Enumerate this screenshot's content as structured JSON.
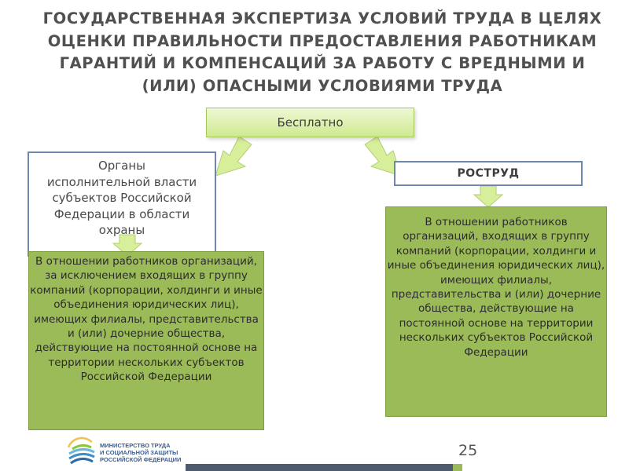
{
  "title": "ГОСУДАРСТВЕННАЯ ЭКСПЕРТИЗА УСЛОВИЙ ТРУДА В ЦЕЛЯХ ОЦЕНКИ ПРАВИЛЬНОСТИ ПРЕДОСТАВЛЕНИЯ РАБОТНИКАМ ГАРАНТИЙ И КОМПЕНСАЦИЙ ЗА РАБОТУ С ВРЕДНЫМИ И (ИЛИ) ОПАСНЫМИ УСЛОВИЯМИ ТРУДА",
  "top_box": "Бесплатно",
  "left_box": "Органы исполнительной власти субъектов Российской Федерации в области охраны",
  "right_box": "РОСТРУД",
  "left_green": "В отношении работников организаций, за исключением входящих в группу компаний (корпорации, холдинги и иные объединения юридических лиц), имеющих филиалы, представительства и (или) дочерние общества, действующие на постоянной основе на территории нескольких субъектов Российской Федерации",
  "right_green": "В отношении работников организаций, входящих в группу компаний (корпорации, холдинги и иные объединения юридических лиц), имеющих филиалы, представительства и (или) дочерние общества, действующие на постоянной основе на территории нескольких субъектов Российской Федерации",
  "page_number": "25",
  "logo": {
    "line1": "МИНИСТЕРСТВО ТРУДА",
    "line2": "И СОЦИАЛЬНОЙ ЗАЩИТЫ",
    "line3": "РОССИЙСКОЙ ФЕДЕРАЦИИ"
  },
  "colors": {
    "green_box": "#9bbb59",
    "box_border": "#6f86b3",
    "arrow_fill": "#d7ee9a",
    "title_text": "#505050"
  }
}
